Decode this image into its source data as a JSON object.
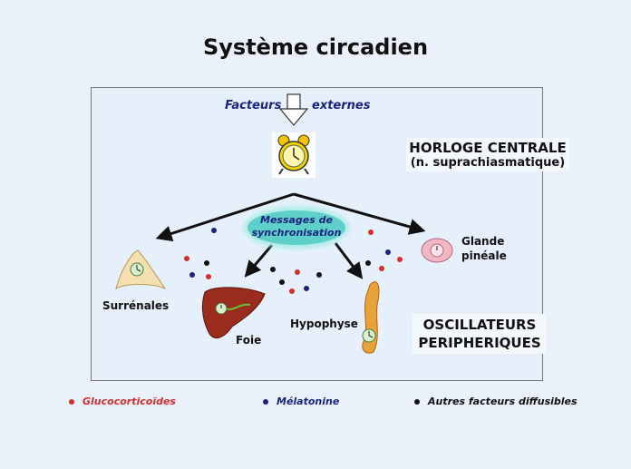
{
  "title": "Système circadien",
  "external": {
    "left": "Facteurs",
    "right": "externes"
  },
  "central_clock": {
    "line1": "HORLOGE CENTRALE",
    "line2": "(n. suprachiasmatique)"
  },
  "messages": {
    "line1": "Messages de",
    "line2": "synchronisation"
  },
  "organs": {
    "pineal_line1": "Glande",
    "pineal_line2": "pinéale",
    "adrenal": "Surrénales",
    "liver": "Foie",
    "pituitary": "Hypophyse"
  },
  "peripheral": {
    "line1": "OSCILLATEURS",
    "line2": "PERIPHERIQUES"
  },
  "legend": [
    {
      "label": "Glucocorticoïdes",
      "color": "#d32f2f"
    },
    {
      "label": "Mélatonine",
      "color": "#1a237e"
    },
    {
      "label": "Autres facteurs diffusibles",
      "color": "#111111"
    }
  ]
}
